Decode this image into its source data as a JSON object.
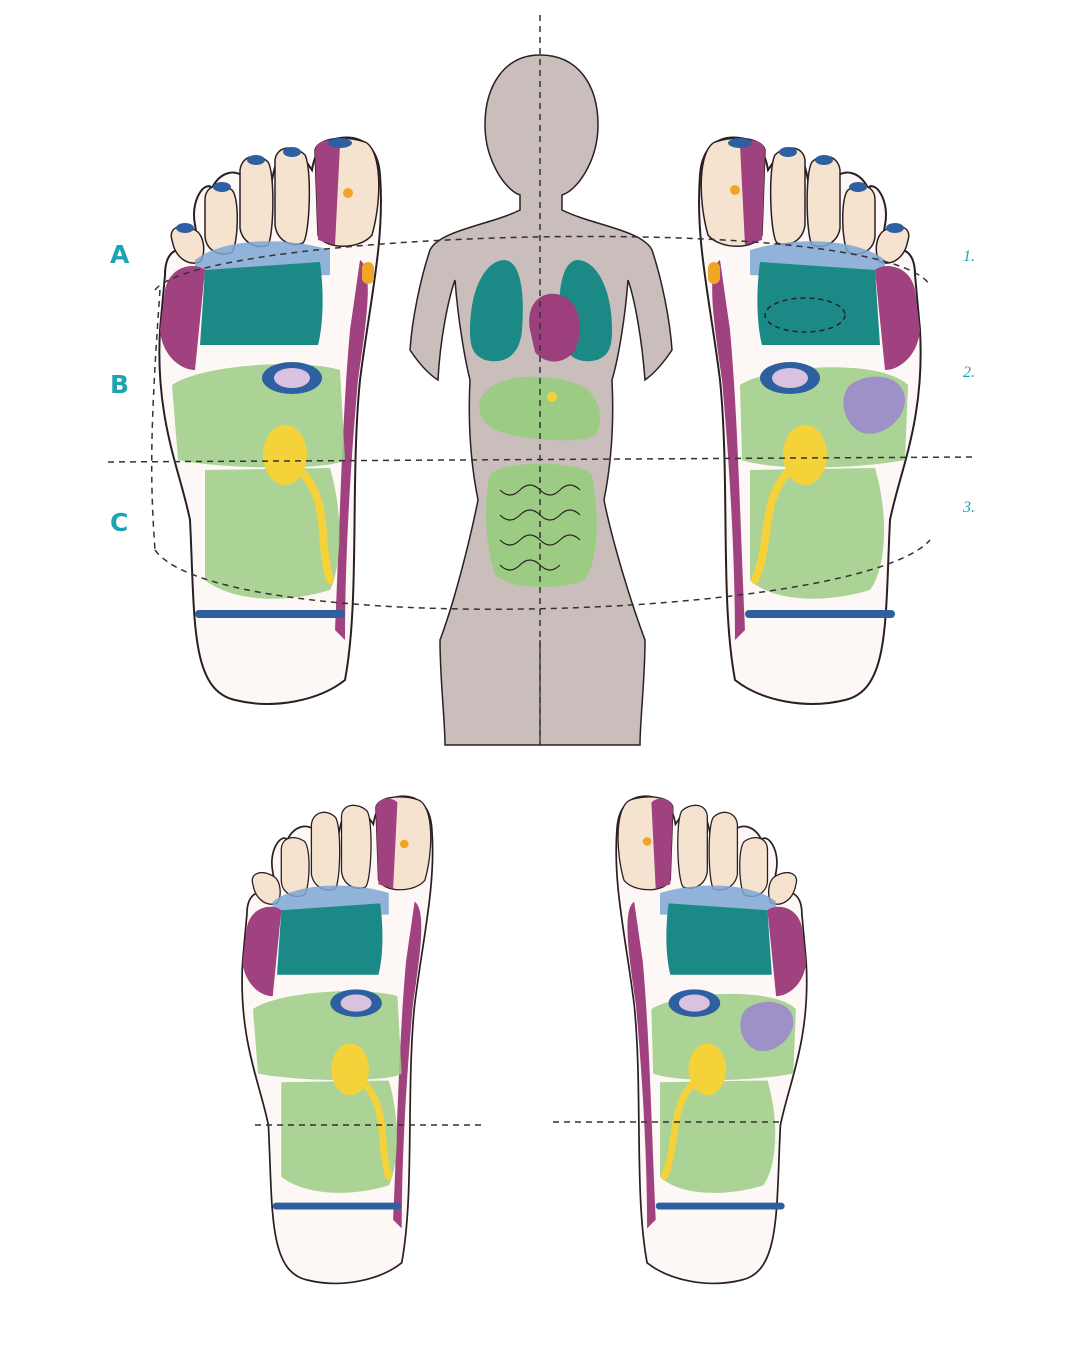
{
  "zones": {
    "letters": [
      "A",
      "B",
      "C"
    ],
    "numbers": [
      "1.",
      "2.",
      "3."
    ]
  },
  "colors": {
    "teal_text": "#1fa3b3",
    "skin": "#f6e3cf",
    "sole": "#fdf7f5",
    "outline": "#2a2024",
    "purple": "#a0427f",
    "dark_teal": "#1b8a86",
    "light_blue": "#7ea7d4",
    "light_green": "#9ccc84",
    "yellow": "#f5d23a",
    "orange": "#f0a526",
    "lavender": "#9e91c7",
    "navy": "#2e5fa0",
    "body_gray": "#c9bebb",
    "organ_purple": "#9c3f7c"
  }
}
